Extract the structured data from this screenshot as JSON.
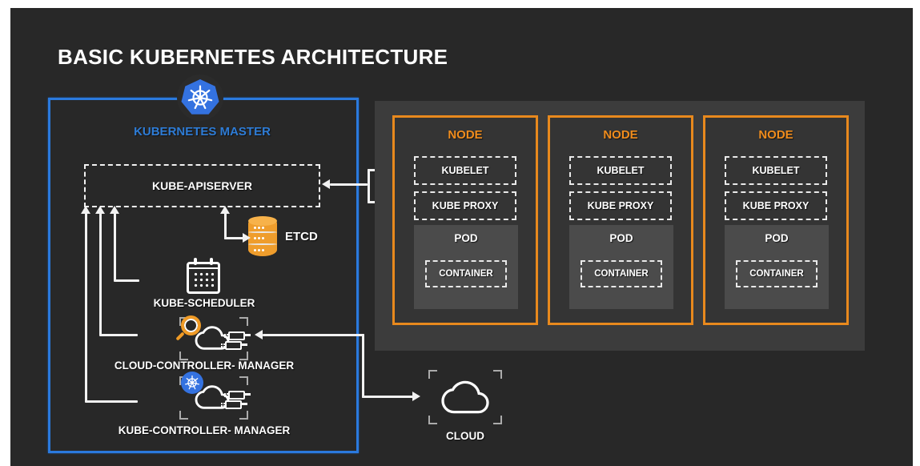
{
  "title": "BASIC KUBERNETES ARCHITECTURE",
  "colors": {
    "accent_blue": "#2b7ade",
    "accent_orange": "#e8891d",
    "canvas_bg": "#282828",
    "panel_bg": "#3c3c3c",
    "node_bg": "#343434",
    "pod_bg": "#4b4b4b",
    "etcd_orange": "#ef9d2c"
  },
  "master": {
    "logo_icon": "kubernetes-wheel-icon",
    "label": "KUBERNETES MASTER",
    "apiserver_label": "KUBE-APISERVER",
    "etcd": {
      "icon": "database-cylinder-icon",
      "label": "ETCD"
    },
    "scheduler": {
      "icon": "calendar-icon",
      "label": "KUBE-SCHEDULER"
    },
    "cloud_controller_manager": {
      "icon": "cloud-plug-magnifier-icon",
      "label": "CLOUD-CONTROLLER- MANAGER"
    },
    "kube_controller_manager": {
      "icon": "cloud-plug-kubernetes-icon",
      "label": "KUBE-CONTROLLER- MANAGER"
    }
  },
  "nodes": [
    {
      "label": "NODE",
      "kubelet_label": "KUBELET",
      "kube_proxy_label": "KUBE PROXY",
      "pod_label": "POD",
      "container_label": "CONTAINER"
    },
    {
      "label": "NODE",
      "kubelet_label": "KUBELET",
      "kube_proxy_label": "KUBE PROXY",
      "pod_label": "POD",
      "container_label": "CONTAINER"
    },
    {
      "label": "NODE",
      "kubelet_label": "KUBELET",
      "kube_proxy_label": "KUBE PROXY",
      "pod_label": "POD",
      "container_label": "CONTAINER"
    }
  ],
  "cloud": {
    "icon": "cloud-outline-icon",
    "label": "CLOUD"
  }
}
